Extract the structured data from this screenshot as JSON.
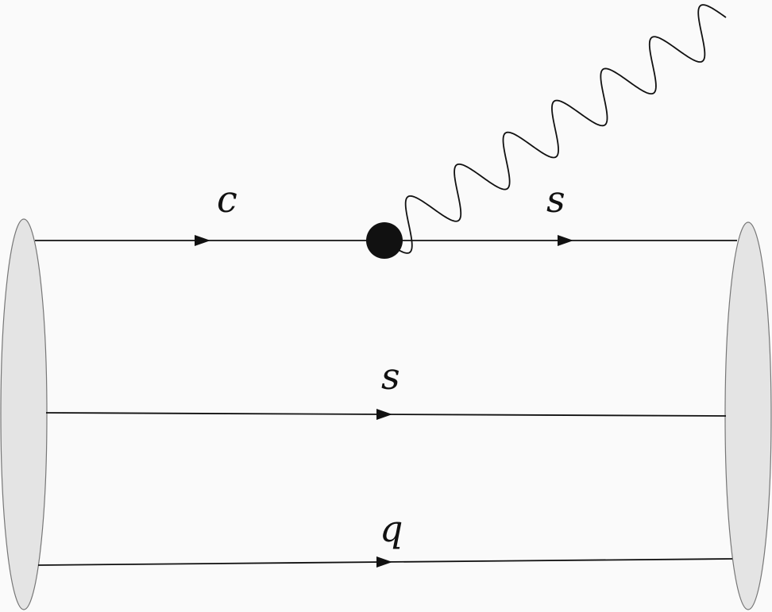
{
  "diagram": {
    "quark_lines": [
      {
        "id": "top-in",
        "label": "c"
      },
      {
        "id": "top-out",
        "label": "s"
      },
      {
        "id": "middle",
        "label": "s"
      },
      {
        "id": "bottom",
        "label": "q"
      }
    ],
    "colors": {
      "background": "#fafafa",
      "line": "#111111",
      "hadron_fill": "#e4e4e4",
      "hadron_stroke": "#777777",
      "vertex": "#111111"
    }
  }
}
